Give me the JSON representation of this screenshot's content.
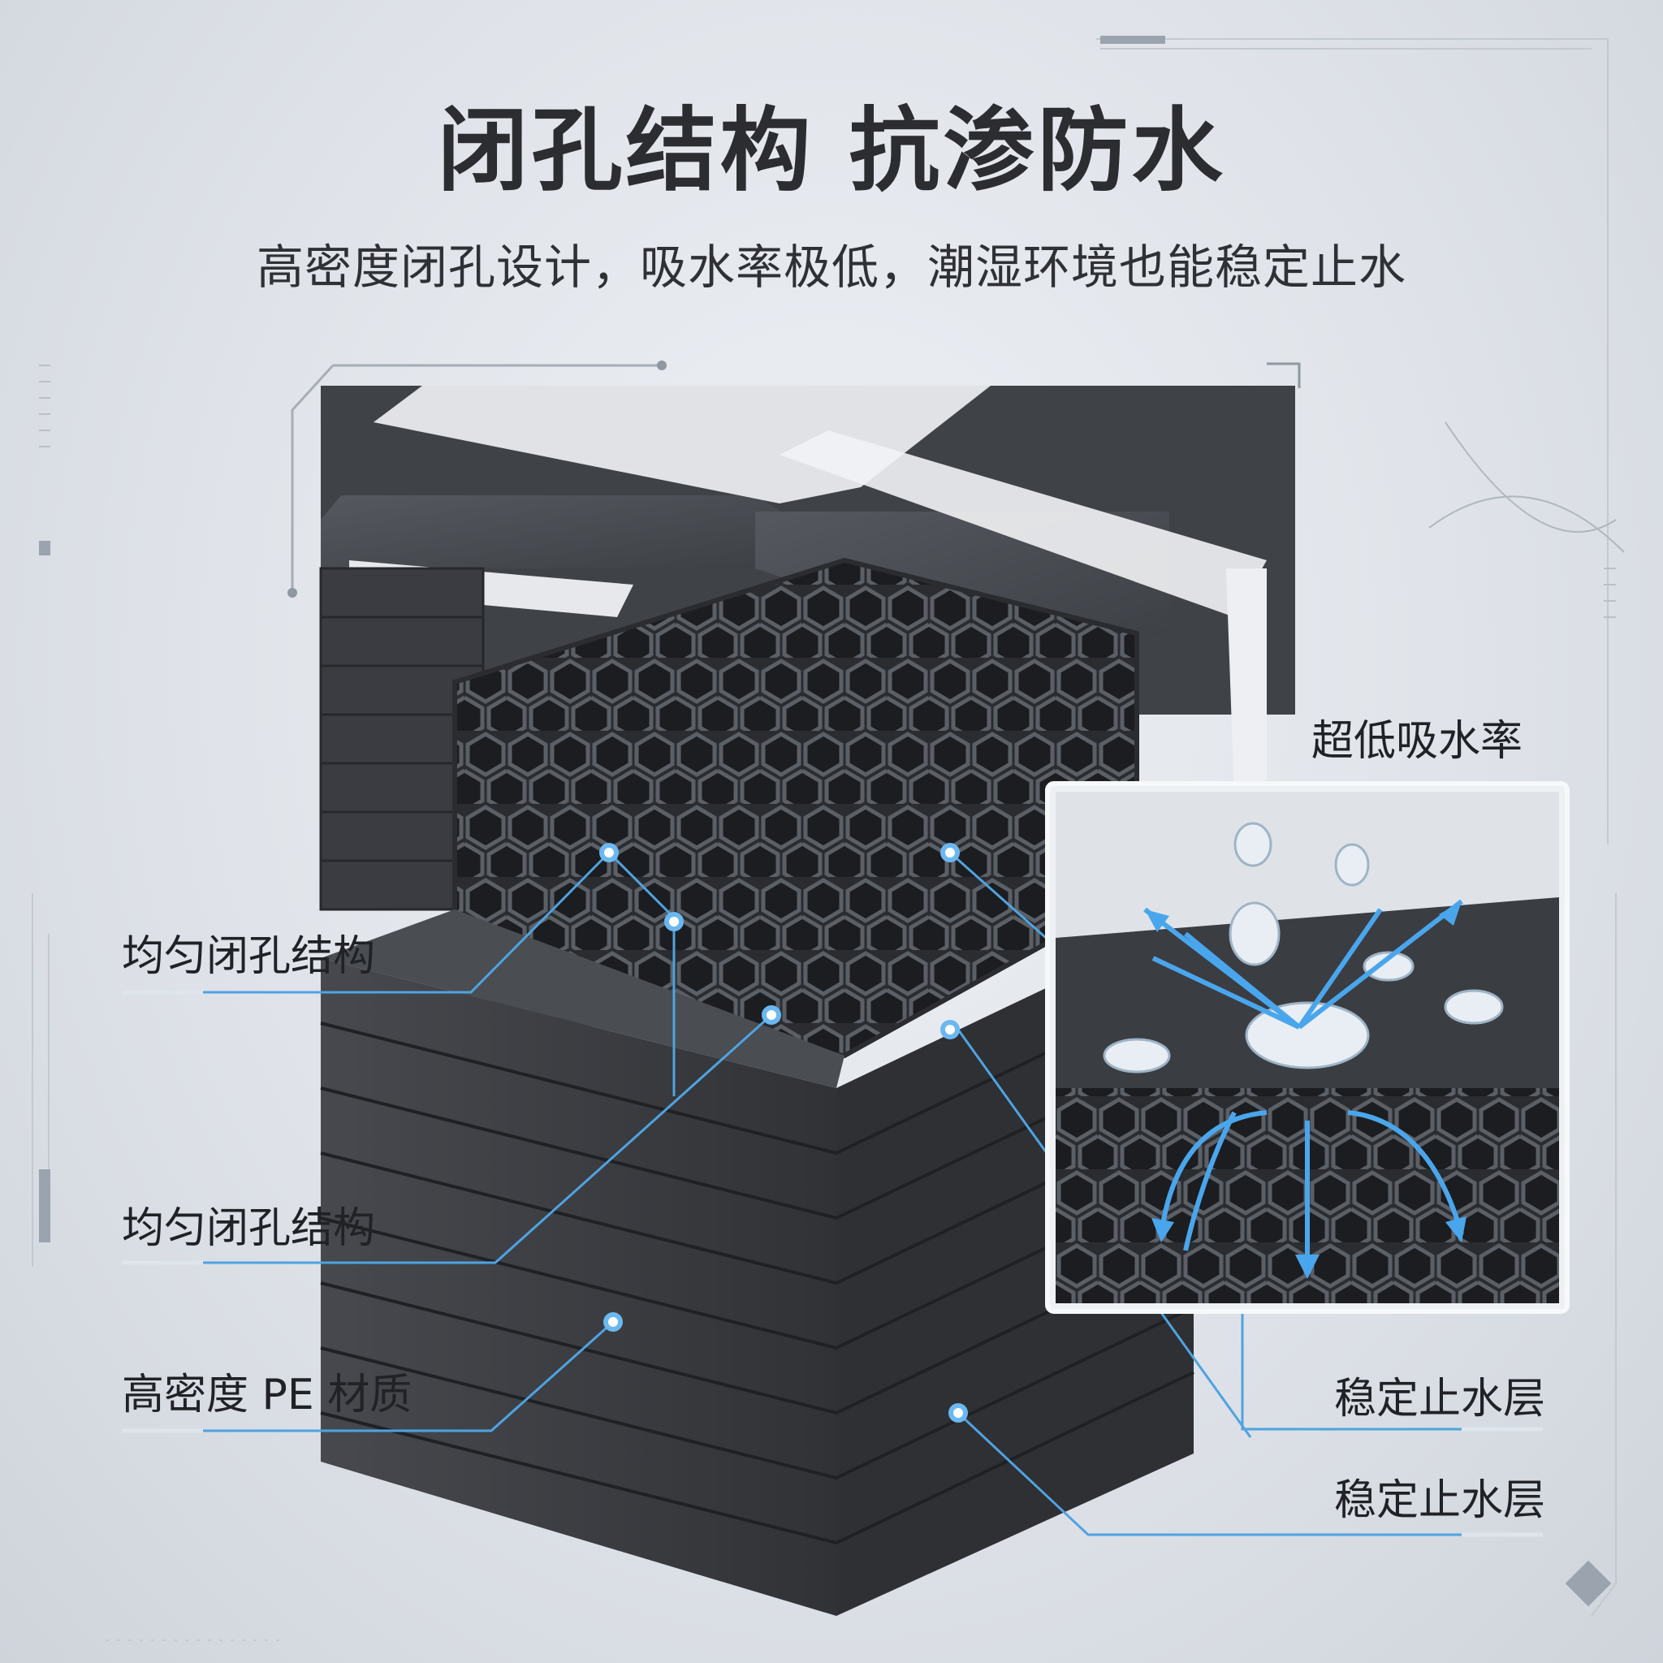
{
  "header": {
    "title": "闭孔结构 抗渗防水",
    "subtitle": "高密度闭孔设计，吸水率极低，潮湿环境也能稳定止水"
  },
  "callouts": {
    "left_top": "均匀闭孔结构",
    "left_middle": "均匀闭孔结构",
    "left_bottom": "高密度 PE 材质",
    "right_top": "稳定止水层",
    "right_bottom": "稳定止水层"
  },
  "inset": {
    "label": "超低吸水率"
  },
  "colors": {
    "accent_blue": "#3d9ee6",
    "foam_dark": "#3a3d42",
    "title_text": "#2b2d31"
  }
}
